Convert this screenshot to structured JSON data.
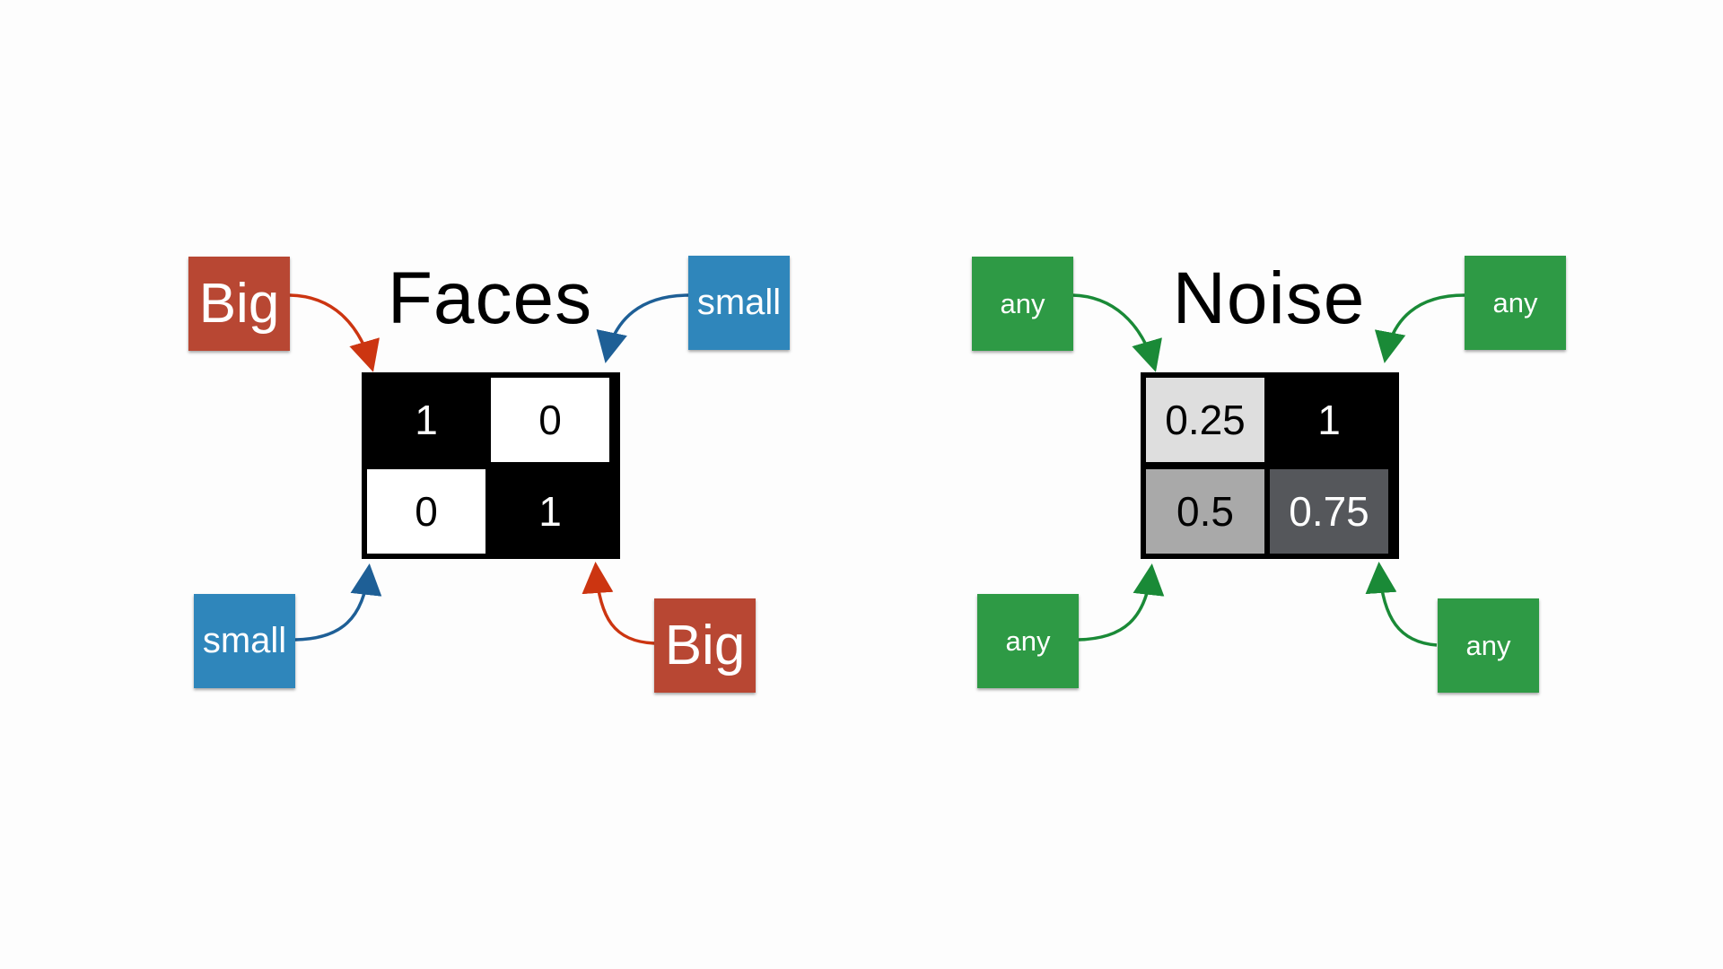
{
  "colors": {
    "big": "#b84733",
    "small": "#2f86bb",
    "any": "#2e9a45",
    "arrow_red": "#cc3511",
    "arrow_blue": "#1e5f96",
    "arrow_green": "#1a8a37"
  },
  "faces": {
    "title": "Faces",
    "cells": [
      {
        "label": "1",
        "bg": "#000000",
        "fg": "#ffffff"
      },
      {
        "label": "0",
        "bg": "#ffffff",
        "fg": "#000000"
      },
      {
        "label": "0",
        "bg": "#ffffff",
        "fg": "#000000"
      },
      {
        "label": "1",
        "bg": "#000000",
        "fg": "#ffffff"
      }
    ],
    "tags": {
      "top_left": "Big",
      "top_right": "small",
      "bottom_left": "small",
      "bottom_right": "Big"
    }
  },
  "noise": {
    "title": "Noise",
    "cells": [
      {
        "label": "0.25",
        "bg": "#dedede",
        "fg": "#000000"
      },
      {
        "label": "1",
        "bg": "#000000",
        "fg": "#ffffff"
      },
      {
        "label": "0.5",
        "bg": "#a9a9a9",
        "fg": "#000000"
      },
      {
        "label": "0.75",
        "bg": "#55575b",
        "fg": "#ffffff"
      }
    ],
    "tags": {
      "top_left": "any",
      "top_right": "any",
      "bottom_left": "any",
      "bottom_right": "any"
    }
  }
}
